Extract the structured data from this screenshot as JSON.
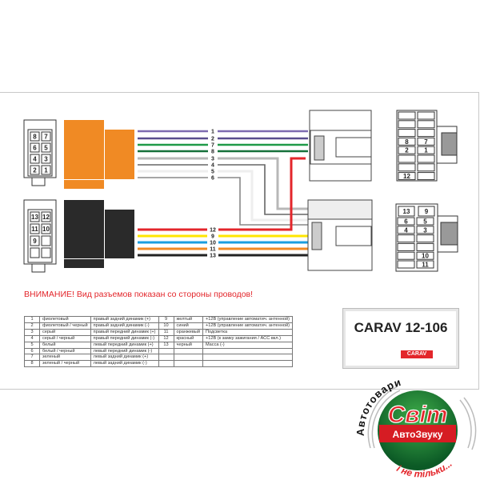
{
  "warning": "ВНИМАНИЕ! Вид разъемов показан со стороны проводов!",
  "model": "CARAV 12-106",
  "carav_logo": "CARAV",
  "connector_left_top_pins": [
    "8",
    "7",
    "6",
    "5",
    "4",
    "3",
    "2",
    "1"
  ],
  "connector_left_bottom_pins": [
    "13",
    "12",
    "11",
    "10",
    "9"
  ],
  "connector_right_top_pins": [
    "8",
    "7",
    "2",
    "1",
    "12"
  ],
  "connector_right_bottom_pins": [
    "13",
    "9",
    "6",
    "5",
    "4",
    "3",
    "10",
    "11"
  ],
  "wires_top": [
    {
      "label": "1",
      "color": "#7e6bb0"
    },
    {
      "label": "2",
      "color": "#5a4e8e"
    },
    {
      "label": "7",
      "color": "#1f9a48"
    },
    {
      "label": "8",
      "color": "#16703a"
    },
    {
      "label": "3",
      "color": "#b8b8b8"
    },
    {
      "label": "4",
      "color": "#666666"
    },
    {
      "label": "5",
      "color": "#eeeeee"
    },
    {
      "label": "6",
      "color": "#888888"
    }
  ],
  "wires_bottom": [
    {
      "label": "12",
      "color": "#e3262b"
    },
    {
      "label": "9",
      "color": "#ffe600"
    },
    {
      "label": "10",
      "color": "#1a9ee0"
    },
    {
      "label": "11",
      "color": "#f08a24"
    },
    {
      "label": "13",
      "color": "#222222"
    }
  ],
  "table_left": [
    [
      "1",
      "фиолетовый",
      "правый задний динамик (+)"
    ],
    [
      "2",
      "фиолетовый / черный",
      "правый задний динамик (-)"
    ],
    [
      "3",
      "серый",
      "правый передний динамик (+)"
    ],
    [
      "4",
      "серый / черный",
      "правый передний динамик (-)"
    ],
    [
      "5",
      "белый",
      "левый передний динамик (+)"
    ],
    [
      "6",
      "белый / черный",
      "левый передний динамик (-)"
    ],
    [
      "7",
      "зеленый",
      "левый задний динамик (+)"
    ],
    [
      "8",
      "зеленый / черный",
      "левый задний динамик (-)"
    ]
  ],
  "table_right": [
    [
      "9",
      "желтый",
      "+12В (управление автоматич. антенной)"
    ],
    [
      "10",
      "синий",
      "+12В (управление автоматич. антенной)"
    ],
    [
      "11",
      "оранжевый",
      "Подсветка"
    ],
    [
      "12",
      "красный",
      "+12В (к замку зажигания / ACC вкл.)"
    ],
    [
      "13",
      "черный",
      "Масса (-)"
    ],
    [
      "",
      "",
      ""
    ],
    [
      "",
      "",
      ""
    ],
    [
      "",
      "",
      ""
    ]
  ],
  "logo": {
    "arc_top": "Автотовари",
    "main": "Світ",
    "sub": "АвтоЗвуку",
    "arc_bottom": "і не тільки..."
  }
}
